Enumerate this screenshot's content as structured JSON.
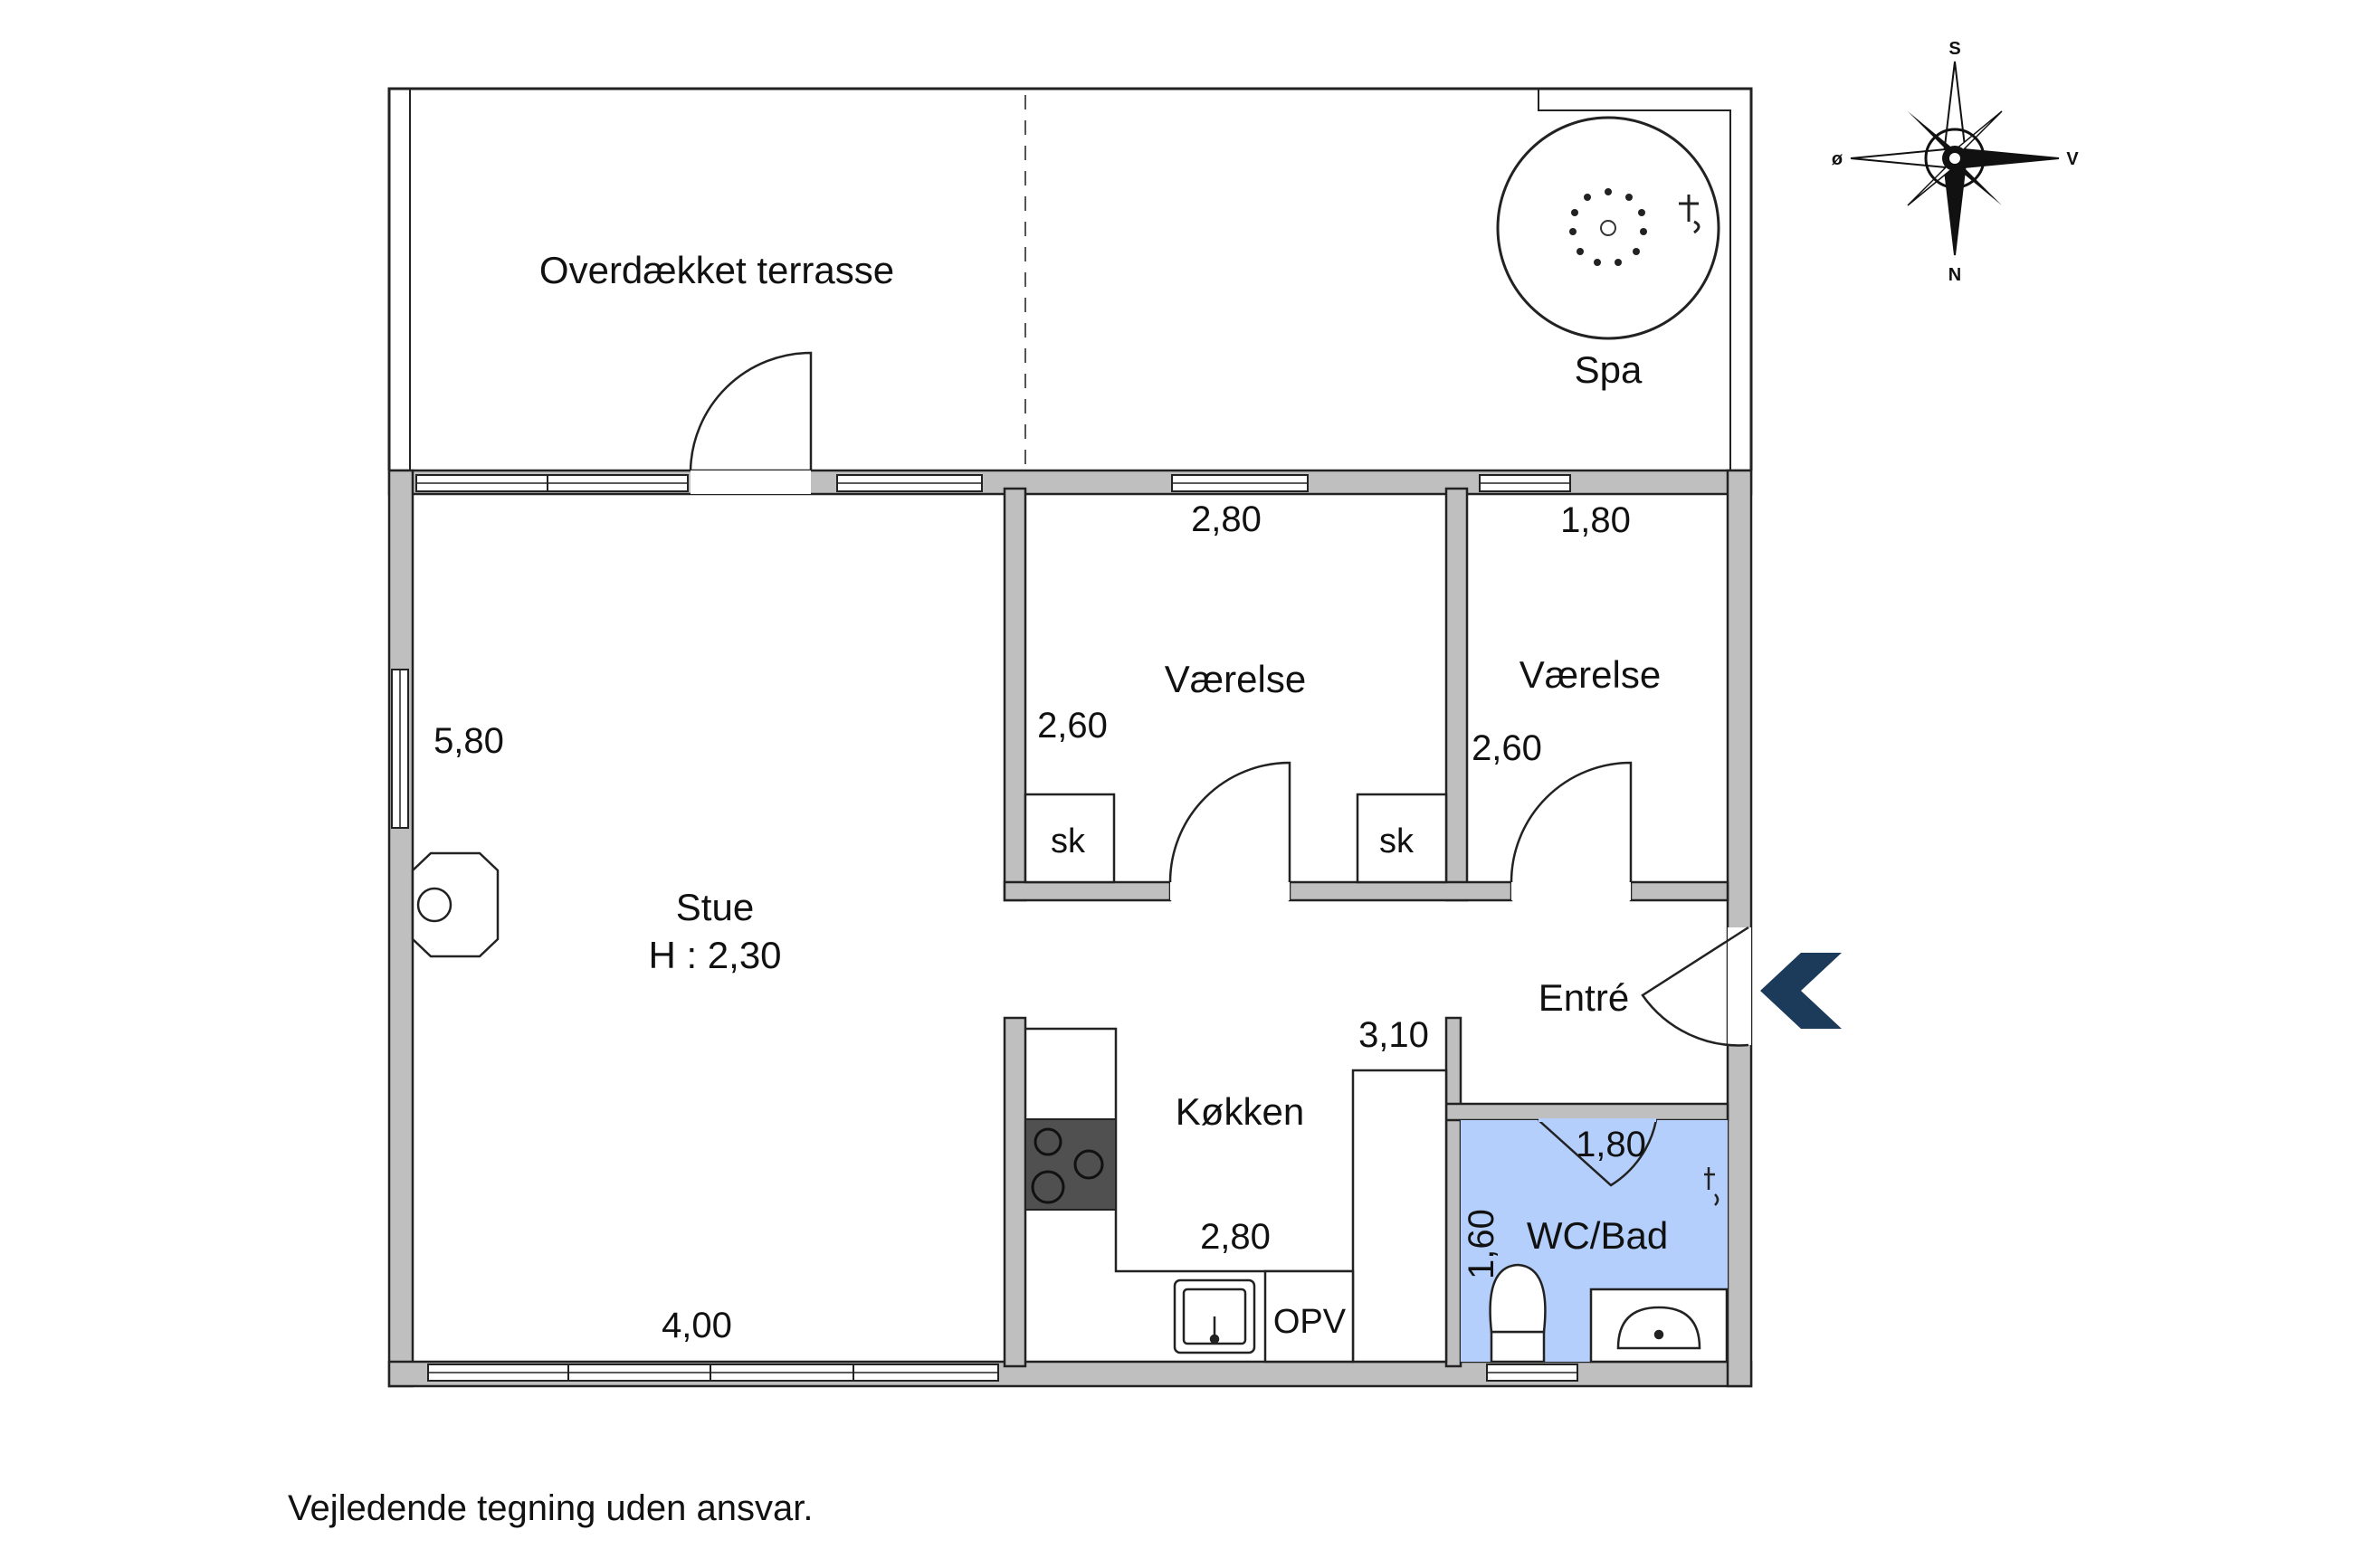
{
  "rooms": {
    "terrace": "Overdækket terrasse",
    "spa": "Spa",
    "living": "Stue",
    "living_height": "H : 2,30",
    "bedroom1": "Værelse",
    "bedroom2": "Værelse",
    "entry": "Entré",
    "kitchen": "Køkken",
    "bath": "WC/Bad",
    "closet1": "sk",
    "closet2": "sk",
    "utility": "OPV"
  },
  "dimensions": {
    "living_width": "4,00",
    "living_depth": "5,80",
    "bedroom1_width": "2,80",
    "bedroom1_depth": "2,60",
    "bedroom2_width": "1,80",
    "bedroom2_depth": "2,60",
    "kitchen_width": "2,80",
    "kitchen_depth": "3,10",
    "bath_width": "1,80",
    "bath_depth": "1,60"
  },
  "compass": {
    "top": "S",
    "bottom": "N",
    "left": "ø",
    "right": "V"
  },
  "footer": {
    "disclaimer": "Vejledende tegning uden ansvar."
  },
  "colors": {
    "wall": "#bfbfbf",
    "wall_outline": "#222222",
    "bath": "#b4cffc",
    "entry_arrow": "#1c3b5a",
    "stove": "#505050"
  }
}
